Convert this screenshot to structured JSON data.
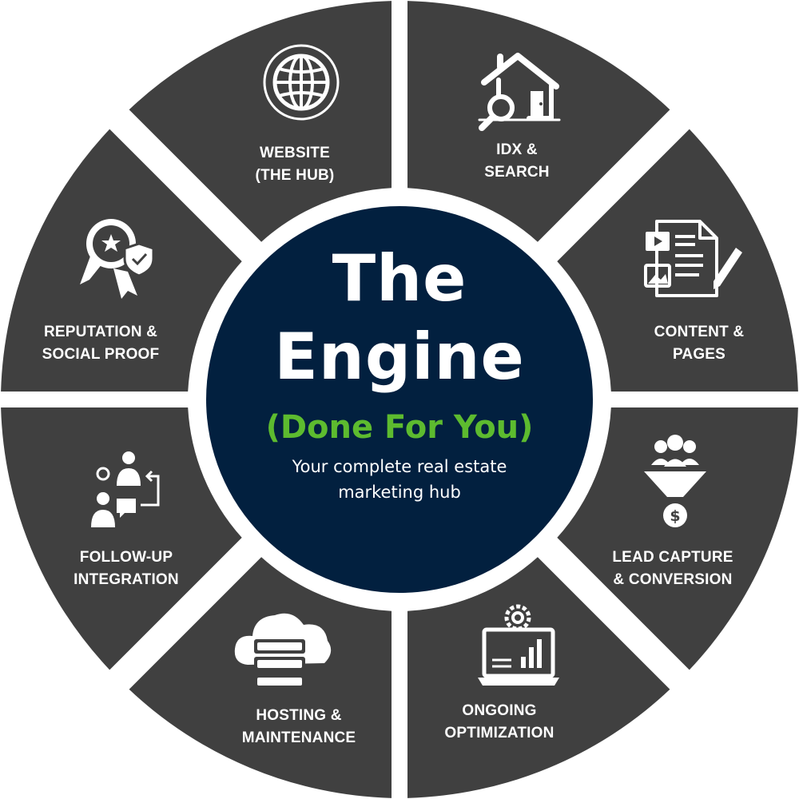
{
  "center": {
    "title_line1": "The",
    "title_line2": "Engine",
    "subtitle": "(Done For You)",
    "description_line1": "Your complete real estate",
    "description_line2": "marketing hub"
  },
  "segments": [
    {
      "line1": "WEBSITE",
      "line2": "(THE HUB)",
      "icon": "globe-icon"
    },
    {
      "line1": "IDX &",
      "line2": "SEARCH",
      "icon": "house-search-icon"
    },
    {
      "line1": "CONTENT &",
      "line2": "PAGES",
      "icon": "content-pages-icon"
    },
    {
      "line1": "LEAD CAPTURE",
      "line2": "& CONVERSION",
      "icon": "funnel-dollar-icon"
    },
    {
      "line1": "ONGOING",
      "line2": "OPTIMIZATION",
      "icon": "analytics-gear-icon"
    },
    {
      "line1": "HOSTING &",
      "line2": "MAINTENANCE",
      "icon": "cloud-server-icon"
    },
    {
      "line1": "FOLLOW-UP",
      "line2": "INTEGRATION",
      "icon": "follow-up-icon"
    },
    {
      "line1": "REPUTATION &",
      "line2": "SOCIAL PROOF",
      "icon": "award-shield-icon"
    }
  ],
  "colors": {
    "segment_fill": "#404040",
    "center_fill": "#02203f",
    "accent_green": "#5dbb2f",
    "text": "#ffffff"
  }
}
